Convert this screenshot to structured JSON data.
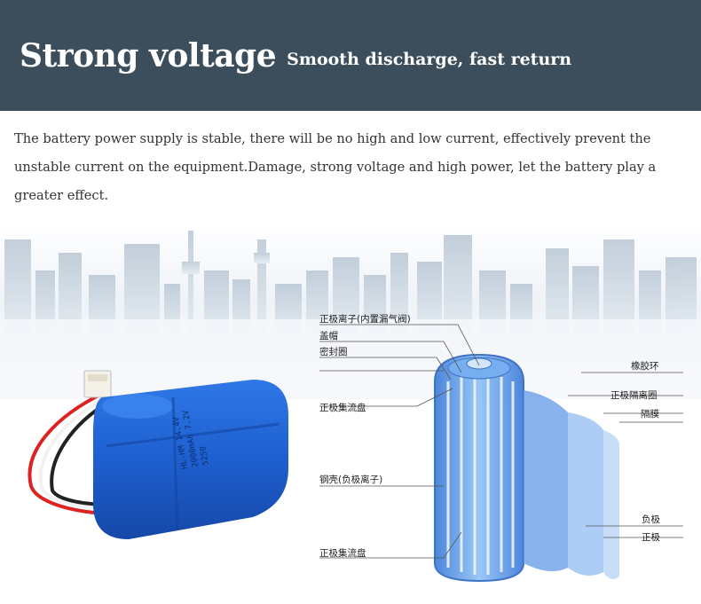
{
  "header": {
    "title": "Strong voltage",
    "subtitle": "Smooth discharge, fast return",
    "bg_color": "#3c4e5c"
  },
  "intro": {
    "text": "The battery power supply is stable, there will be no high and low current, effectively prevent the unstable current on the equipment.Damage, strong voltage and high power, let the battery play a greater effect."
  },
  "product": {
    "label_line1": "HL-HM 14.4V",
    "label_line2": "2000mAh 7.2V",
    "label_line3": "5250",
    "color": "#1e5fd0"
  },
  "diagram": {
    "labels": {
      "positive_ion": "正极离子(内置漏气阀)",
      "cap": "盖帽",
      "seal_ring": "密封圈",
      "rubber_ring": "橡胶环",
      "positive_collector_top": "正极集流盘",
      "positive_separator_ring": "正极隔离圈",
      "separator": "隔膜",
      "steel_shell": "钢壳(负极离子)",
      "negative": "负极",
      "positive": "正极",
      "positive_collector_bottom": "正极集流盘"
    },
    "color": "#4a90e2"
  }
}
